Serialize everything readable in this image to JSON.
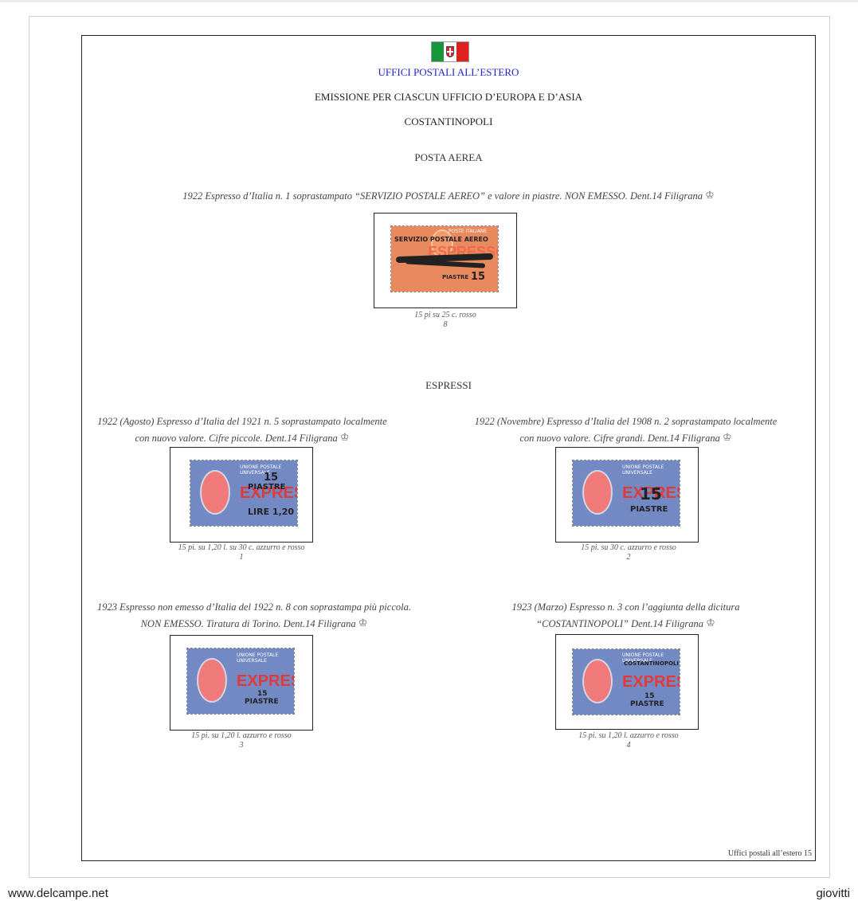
{
  "header": {
    "title": "UFFICI POSTALI ALL’ESTERO",
    "subtitle": "EMISSIONE PER CIASCUN UFFICIO D’EUROPA E D’ASIA",
    "office": "COSTANTINOPOLI",
    "flag_colors": [
      "#14963a",
      "#ffffff",
      "#e0201c"
    ]
  },
  "sections": {
    "air": "POSTA AEREA",
    "express": "ESPRESSI"
  },
  "air_item": {
    "caption": "1922 Espresso d’Italia n. 1 soprastampato “SERVIZIO POSTALE AEREO” e valore in piastre. NON EMESSO. Dent.14  Filigrana",
    "desc": "15 pi su 25 c. rosso",
    "number": "8",
    "stamp_text": {
      "top": "POSTE ITALIANE",
      "ovp1": "SERVIZIO POSTALE AEREO",
      "word": "ESPRESSO",
      "piastre": "PIASTRE",
      "value": "15"
    }
  },
  "express_items": [
    {
      "caption_l1": "1922 (Agosto) Espresso d’Italia del 1921 n. 5 soprastampato localmente",
      "caption_l2": "con nuovo valore. Cifre piccole. Dent.14  Filigrana",
      "desc": "15 pi. su 1,20 l. su 30 c. azzurro e rosso",
      "number": "1",
      "stamp_text": {
        "top": "UNIONE POSTALE UNIVERSALE",
        "word": "EXPRES",
        "value": "15",
        "piastre": "PIASTRE",
        "lire": "LIRE 1,20"
      }
    },
    {
      "caption_l1": "1922 (Novembre) Espresso d’Italia del 1908 n. 2 soprastampato localmente",
      "caption_l2": "con nuovo valore. Cifre grandi. Dent.14  Filigrana",
      "desc": "15 pi. su 30 c. azzurro e rosso",
      "number": "2",
      "stamp_text": {
        "top": "UNIONE POSTALE UNIVERSALE",
        "word": "EXPRES",
        "value": "15",
        "piastre": "PIASTRE"
      }
    },
    {
      "caption_l1": "1923 Espresso non emesso d’Italia del 1922 n. 8 con soprastampa più piccola.",
      "caption_l2": "NON EMESSO.  Tiratura di Torino. Dent.14  Filigrana",
      "desc": "15 pi. su 1,20 l. azzurro e rosso",
      "number": "3",
      "stamp_text": {
        "top": "UNIONE POSTALE UNIVERSALE",
        "word": "EXPRES",
        "value": "15",
        "piastre": "PIASTRE"
      }
    },
    {
      "caption_l1": "1923 (Marzo) Espresso n. 3 con l’aggiunta della dicitura",
      "caption_l2": "“COSTANTINOPOLI”   Dent.14  Filigrana",
      "desc": "15 pi. su 1,20 l. azzurro e rosso",
      "number": "4",
      "stamp_text": {
        "top": "UNIONE POSTALE UNIVERSALE",
        "ovp1": "COSTANTINOPOLI",
        "word": "EXPRES",
        "value": "15",
        "piastre": "PIASTRE"
      }
    }
  ],
  "page_footer": "Uffici postali all’estero 15",
  "watermarks": {
    "left": "www.delcampe.net",
    "right": "giovitti"
  },
  "crown_glyph": "♔"
}
